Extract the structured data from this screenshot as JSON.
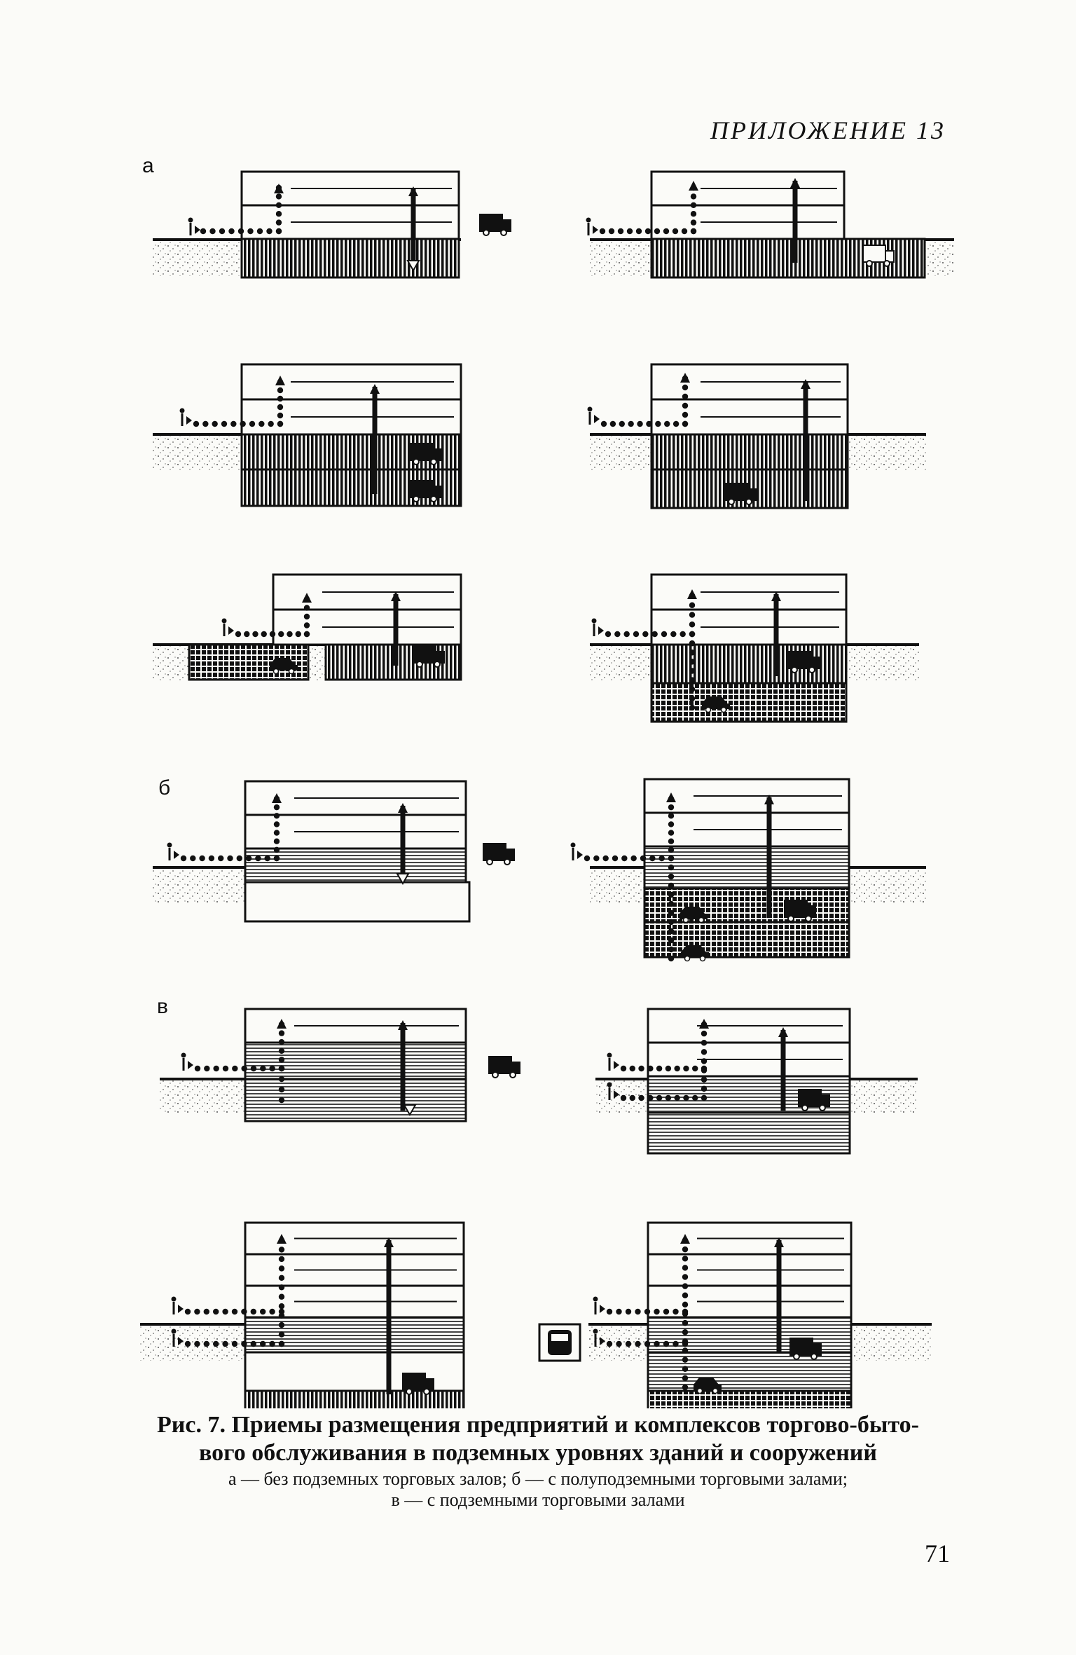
{
  "header": {
    "appendix": "ПРИЛОЖЕНИЕ 13"
  },
  "sections": {
    "a": "а",
    "b": "б",
    "v": "в"
  },
  "icons": {
    "person": "person-icon",
    "truck": "truck-icon",
    "car": "car-icon",
    "metro": "metro-train-icon"
  },
  "colors": {
    "ink": "#111111",
    "paper": "#fbfbf8",
    "ground": "#9a9a94"
  },
  "caption": {
    "title_line1": "Рис. 7. Приемы размещения предприятий и комплексов торгово-быто-",
    "title_line2": "вого обслуживания в подземных уровнях зданий и сооружений",
    "legend_line1": "а — без подземных торговых залов; б — с полуподземными торговыми залами;",
    "legend_line2": "в — с подземными торговыми залами"
  },
  "page_number": "71"
}
